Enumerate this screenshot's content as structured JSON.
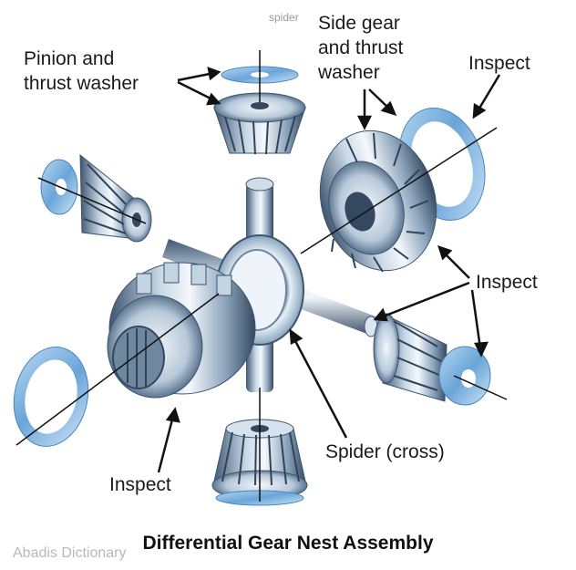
{
  "labels": {
    "spider_small": "spider",
    "pinion_line1": "Pinion and",
    "pinion_line2": "thrust washer",
    "side_gear_line1": "Side gear",
    "side_gear_line2": "and thrust",
    "side_gear_line3": "washer",
    "inspect_top": "Inspect",
    "inspect_right": "Inspect",
    "inspect_bottom": "Inspect",
    "spider_cross": "Spider (cross)"
  },
  "title": "Differential Gear Nest Assembly",
  "watermark": "Abadis Dictionary",
  "colors": {
    "metal_dark": "#3b5470",
    "metal_light": "#dfe9f3",
    "washer_blue": "#7fb3e0",
    "text": "#1a1a1a"
  }
}
